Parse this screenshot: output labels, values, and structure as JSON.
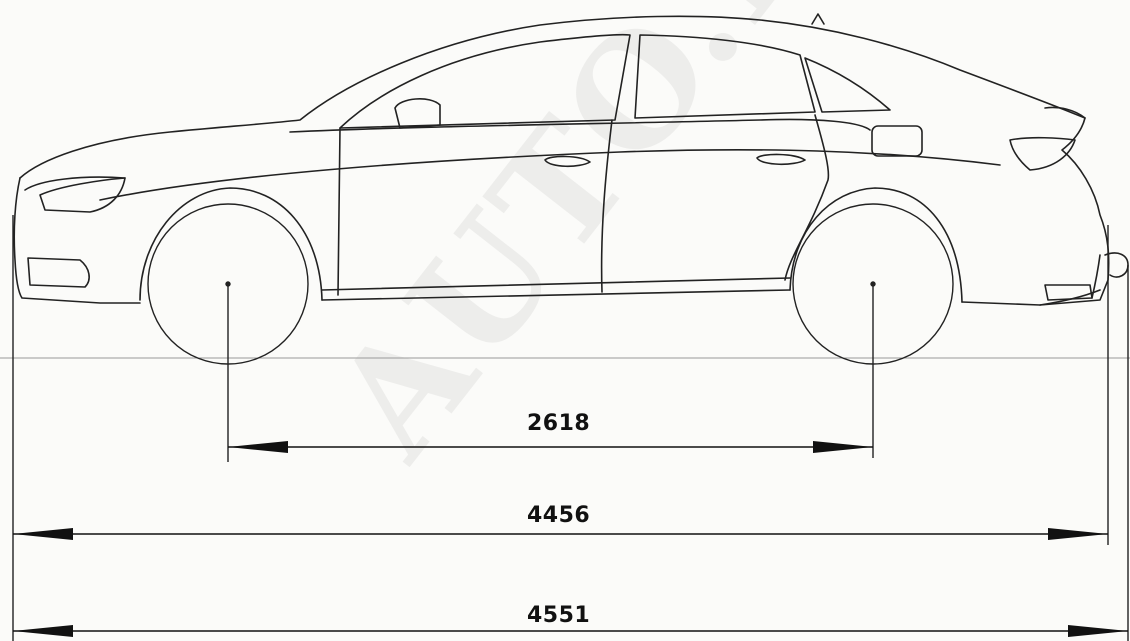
{
  "dimensions": {
    "wheelbase": "2618",
    "length": "4456",
    "length_with_towbar": "4551"
  },
  "watermark": "AUTO.RU",
  "colors": {
    "line": "#1a1a1a",
    "paper": "#fbfbf9",
    "watermark": "#d2d2d2"
  }
}
